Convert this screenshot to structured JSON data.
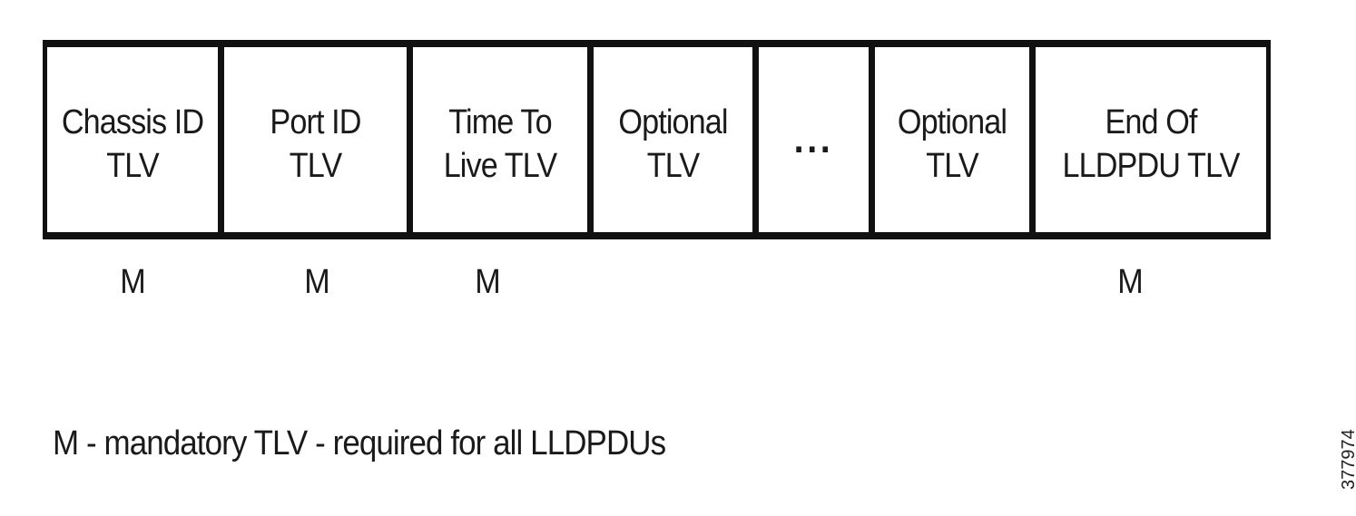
{
  "diagram": {
    "cells": [
      {
        "label": "Chassis ID\nTLV",
        "marker": "M"
      },
      {
        "label": "Port ID\nTLV",
        "marker": "M"
      },
      {
        "label": "Time To\nLive TLV",
        "marker": "M"
      },
      {
        "label": "Optional\nTLV",
        "marker": ""
      },
      {
        "label": "...",
        "marker": ""
      },
      {
        "label": "Optional\nTLV",
        "marker": ""
      },
      {
        "label": "End Of\nLLDPDU TLV",
        "marker": "M"
      }
    ],
    "legend": "M - mandatory TLV - required for all LLDPDUs",
    "figure_id": "377974"
  }
}
